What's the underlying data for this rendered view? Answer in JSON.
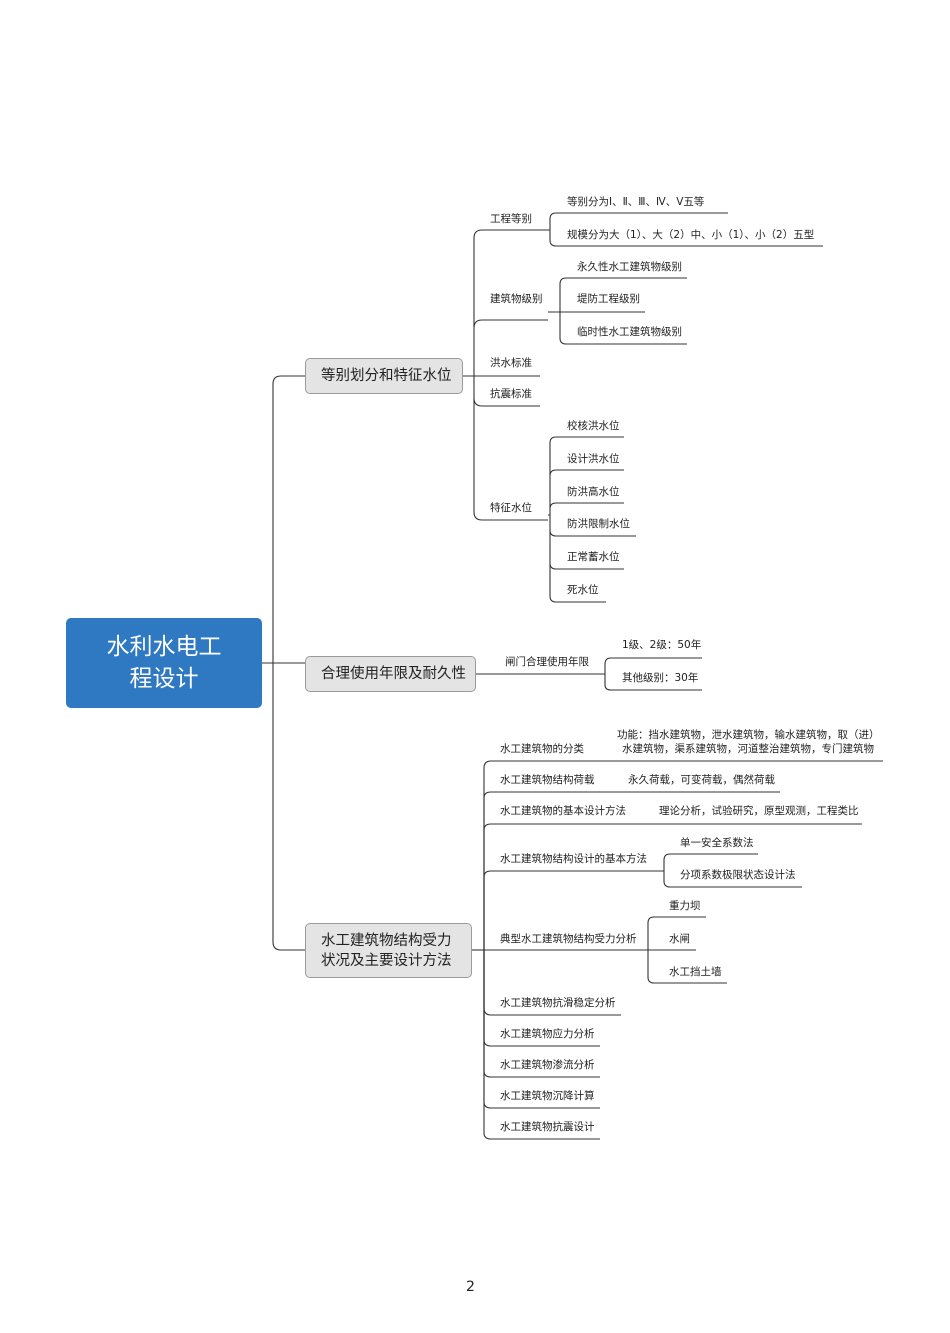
{
  "root": {
    "line1": "水利水电工",
    "line2": "程设计"
  },
  "topics": {
    "grading": "等别划分和特征水位",
    "lifespan": "合理使用年限及耐久性",
    "structure_line1": "水工建筑物结构受力",
    "structure_line2": "状况及主要设计方法"
  },
  "grading": {
    "engineering_grade": "工程等别",
    "grade_levels": "等别分为Ⅰ、Ⅱ、Ⅲ、Ⅳ、Ⅴ五等",
    "scale_types": "规模分为大（1）、大（2）中、小（1）、小（2）五型",
    "building_level": "建筑物级别",
    "permanent": "永久性水工建筑物级别",
    "embankment": "堤防工程级别",
    "temporary": "临时性水工建筑物级别",
    "flood_standard": "洪水标准",
    "seismic_standard": "抗震标准",
    "water_levels": "特征水位",
    "check_flood": "校核洪水位",
    "design_flood": "设计洪水位",
    "flood_high": "防洪高水位",
    "flood_limit": "防洪限制水位",
    "normal_storage": "正常蓄水位",
    "dead_level": "死水位"
  },
  "lifespan": {
    "sluice": "闸门合理使用年限",
    "level12": "1级、2级：50年",
    "others": "其他级别：30年"
  },
  "structure": {
    "classification": "水工建筑物的分类",
    "function_line1": "功能：挡水建筑物，泄水建筑物，输水建筑物，取（进）",
    "function_line2": "水建筑物，渠系建筑物，河道整治建筑物，专门建筑物",
    "loads": "水工建筑物结构荷载",
    "loads_detail": "永久荷载，可变荷载，偶然荷载",
    "basic_methods": "水工建筑物的基本设计方法",
    "basic_methods_detail": "理论分析，试验研究，原型观测，工程类比",
    "structural_methods": "水工建筑物结构设计的基本方法",
    "single_safety": "单一安全系数法",
    "partial_factor": "分项系数极限状态设计法",
    "typical_analysis": "典型水工建筑物结构受力分析",
    "gravity_dam": "重力坝",
    "sluice_gate": "水闸",
    "retaining_wall": "水工挡土墙",
    "anti_slide": "水工建筑物抗滑稳定分析",
    "stress": "水工建筑物应力分析",
    "seepage": "水工建筑物渗流分析",
    "settlement": "水工建筑物沉降计算",
    "seismic": "水工建筑物抗震设计"
  },
  "page_number": "2",
  "colors": {
    "root_fill": "#2f79c3",
    "topic_fill": "#e4e4e4",
    "line": "#333333"
  }
}
